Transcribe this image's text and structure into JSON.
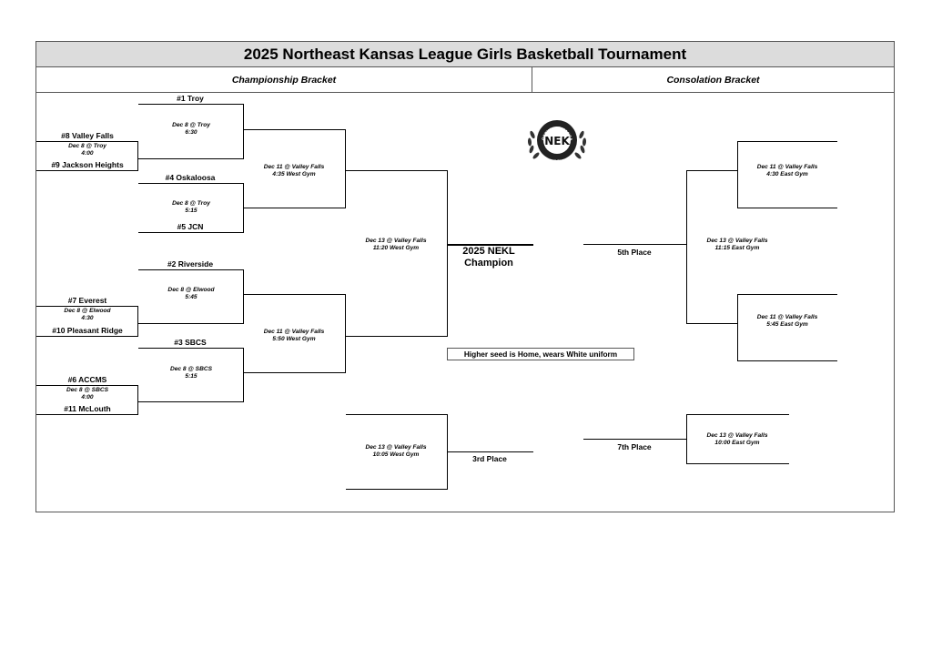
{
  "title": "2025 Northeast Kansas League Girls Basketball Tournament",
  "sections": {
    "championship": "Championship Bracket",
    "consolation": "Consolation Bracket"
  },
  "teams": {
    "troy": "#1 Troy",
    "valley_falls": "#8 Valley Falls",
    "jackson_heights": "#9 Jackson Heights",
    "oskaloosa": "#4 Oskaloosa",
    "jcn": "#5 JCN",
    "riverside": "#2 Riverside",
    "everest": "#7 Everest",
    "pleasant_ridge": "#10 Pleasant Ridge",
    "sbcs": "#3 SBCS",
    "accms": "#6 ACCMS",
    "mclouth": "#11 McLouth"
  },
  "games": {
    "g_vf_jh": {
      "where": "Dec 8 @ Troy",
      "time": "4:00"
    },
    "g_troy": {
      "where": "Dec 8 @ Troy",
      "time": "6:30"
    },
    "g_osk_jcn": {
      "where": "Dec 8 @ Troy",
      "time": "5:15"
    },
    "g_ev_pr": {
      "where": "Dec 8 @ Elwood",
      "time": "4:30"
    },
    "g_riverside": {
      "where": "Dec 8 @ Elwood",
      "time": "5:45"
    },
    "g_accms_mcl": {
      "where": "Dec 8 @ SBCS",
      "time": "4:00"
    },
    "g_sbcs": {
      "where": "Dec 8 @ SBCS",
      "time": "5:15"
    },
    "semi_top": {
      "where": "Dec 11 @ Valley Falls",
      "time": "4:35 West Gym"
    },
    "semi_bottom": {
      "where": "Dec 11 @ Valley Falls",
      "time": "5:50 West Gym"
    },
    "final": {
      "where": "Dec 13 @ Valley Falls",
      "time": "11:20 West Gym"
    },
    "third": {
      "where": "Dec 13 @ Valley Falls",
      "time": "10:05 West Gym"
    },
    "cons_top": {
      "where": "Dec 11 @ Valley Falls",
      "time": "4:30 East Gym"
    },
    "cons_bottom": {
      "where": "Dec 11 @ Valley Falls",
      "time": "5:45 East Gym"
    },
    "fifth": {
      "where": "Dec 13 @ Valley Falls",
      "time": "11:15 East Gym"
    },
    "seventh": {
      "where": "Dec 13 @ Valley Falls",
      "time": "10:00 East Gym"
    }
  },
  "champion": {
    "line1": "2025 NEKL",
    "line2": "Champion"
  },
  "places": {
    "third": "3rd Place",
    "fifth": "5th Place",
    "seventh": "7th Place"
  },
  "note": "Higher seed is Home, wears White uniform",
  "logo": {
    "letters": "NEK",
    "ring_top": "NORTHEAST KANSAS",
    "ring_bottom": "LEAGUE",
    "icon": "nekl-league-logo"
  }
}
